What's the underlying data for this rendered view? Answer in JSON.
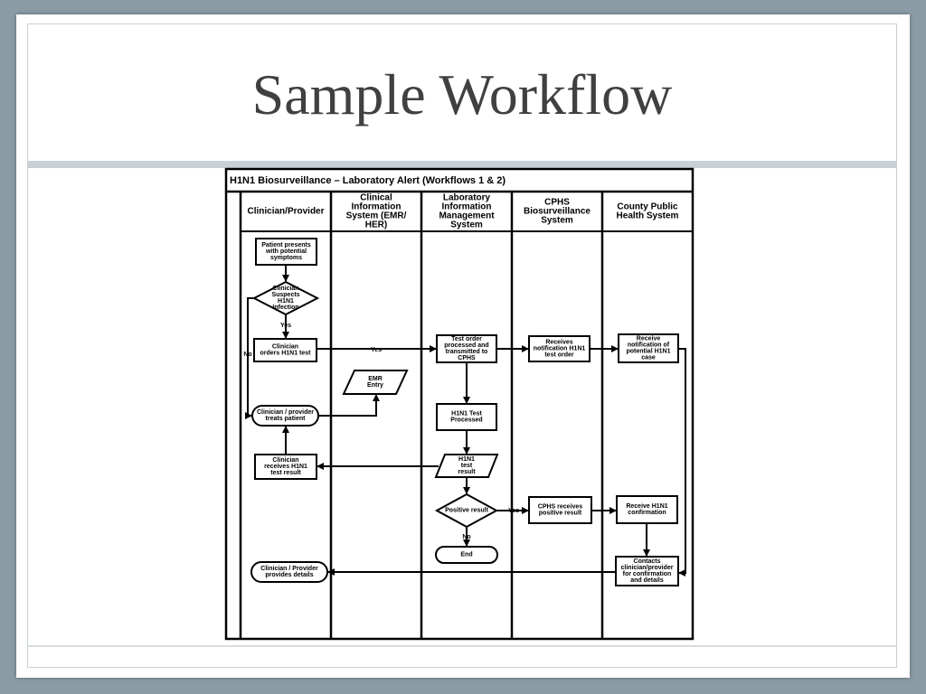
{
  "slide": {
    "title": "Sample Workflow"
  },
  "diagram": {
    "header": "H1N1 Biosurveillance – Laboratory Alert (Workflows 1 & 2)",
    "lanes": [
      [
        "Clinician/Provider"
      ],
      [
        "Clinical",
        "Information",
        "System (EMR/",
        "HER)"
      ],
      [
        "Laboratory",
        "Information",
        "Management",
        "System"
      ],
      [
        "CPHS",
        "Biosurveillance",
        "System"
      ],
      [
        "County Public",
        "Health System"
      ]
    ],
    "nodes": {
      "patient": [
        "Patient presents",
        "with potential",
        "symptoms"
      ],
      "suspects": [
        "Clinician",
        "Suspects",
        "H1N1",
        "Infection"
      ],
      "orders": [
        "Clinician",
        "orders H1N1 test"
      ],
      "emr": [
        "EMR",
        "Entry"
      ],
      "treats": [
        "Clinician / provider",
        "treats patient"
      ],
      "receives_result": [
        "Clinician",
        "receives H1N1",
        "test result"
      ],
      "provides_details": [
        "Clinician / Provider",
        "provides details"
      ],
      "test_order": [
        "Test order",
        "processed and",
        "transmitted to",
        "CPHS"
      ],
      "processed": [
        "H1N1 Test",
        "Processed"
      ],
      "test_result": [
        "H1N1",
        "test",
        "result"
      ],
      "positive": [
        "Positive result"
      ],
      "end": [
        "End"
      ],
      "cphs_receives_order": [
        "Receives",
        "notification H1N1",
        "test order"
      ],
      "cphs_positive": [
        "CPHS receives",
        "positive result"
      ],
      "county_notification": [
        "Receive",
        "notification of",
        "potential H1N1",
        "case"
      ],
      "county_confirmation": [
        "Receive H1N1",
        "confirmation"
      ],
      "county_contacts": [
        "Contacts",
        "clinician/provider",
        "for confirmation",
        "and details"
      ]
    },
    "edge_labels": {
      "yes": "Yes",
      "no": "No"
    }
  }
}
